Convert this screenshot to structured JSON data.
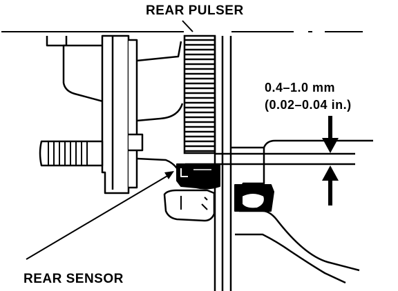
{
  "labels": {
    "rear_pulser": "REAR PULSER",
    "rear_sensor": "REAR SENSOR",
    "clearance_metric": "0.4–1.0 mm",
    "clearance_imperial": "(0.02–0.04 in.)"
  },
  "colors": {
    "ink": "#000000",
    "paper": "#ffffff"
  }
}
